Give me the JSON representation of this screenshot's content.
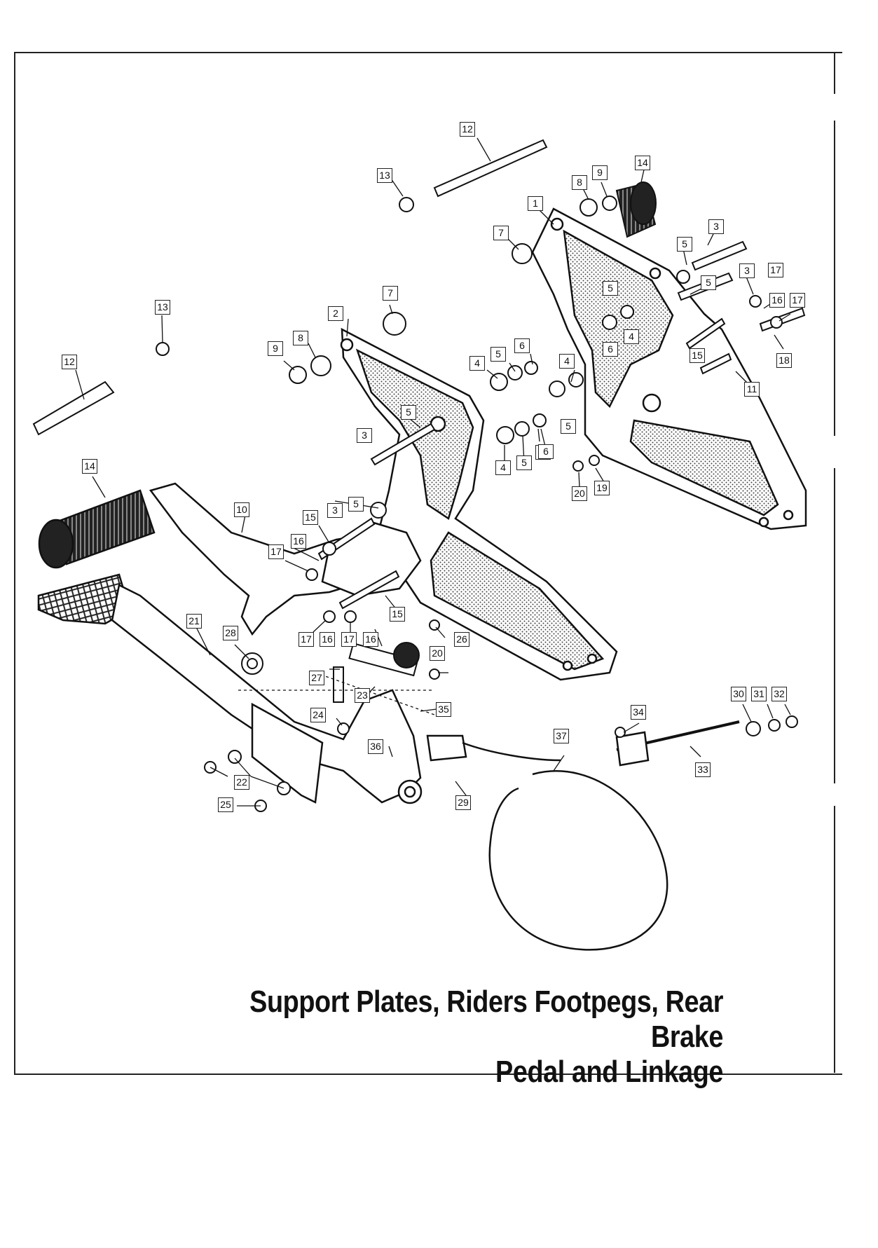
{
  "diagram": {
    "caption_line1": "Support Plates, Riders Footpegs, Rear Brake",
    "caption_line2": "Pedal and Linkage",
    "labels": [
      "12",
      "13",
      "14",
      "9",
      "8",
      "1",
      "7",
      "3",
      "5",
      "3",
      "17",
      "5",
      "16",
      "17",
      "5",
      "4",
      "6",
      "15",
      "18",
      "11",
      "13",
      "7",
      "2",
      "9",
      "8",
      "6",
      "5",
      "4",
      "4",
      "12",
      "5",
      "5",
      "6",
      "3",
      "4",
      "5",
      "6",
      "20",
      "19",
      "14",
      "10",
      "15",
      "3",
      "5",
      "17",
      "16",
      "15",
      "21",
      "28",
      "17",
      "16",
      "17",
      "16",
      "26",
      "20",
      "27",
      "23",
      "24",
      "35",
      "30",
      "31",
      "32",
      "34",
      "37",
      "33",
      "36",
      "22",
      "29",
      "25"
    ]
  }
}
